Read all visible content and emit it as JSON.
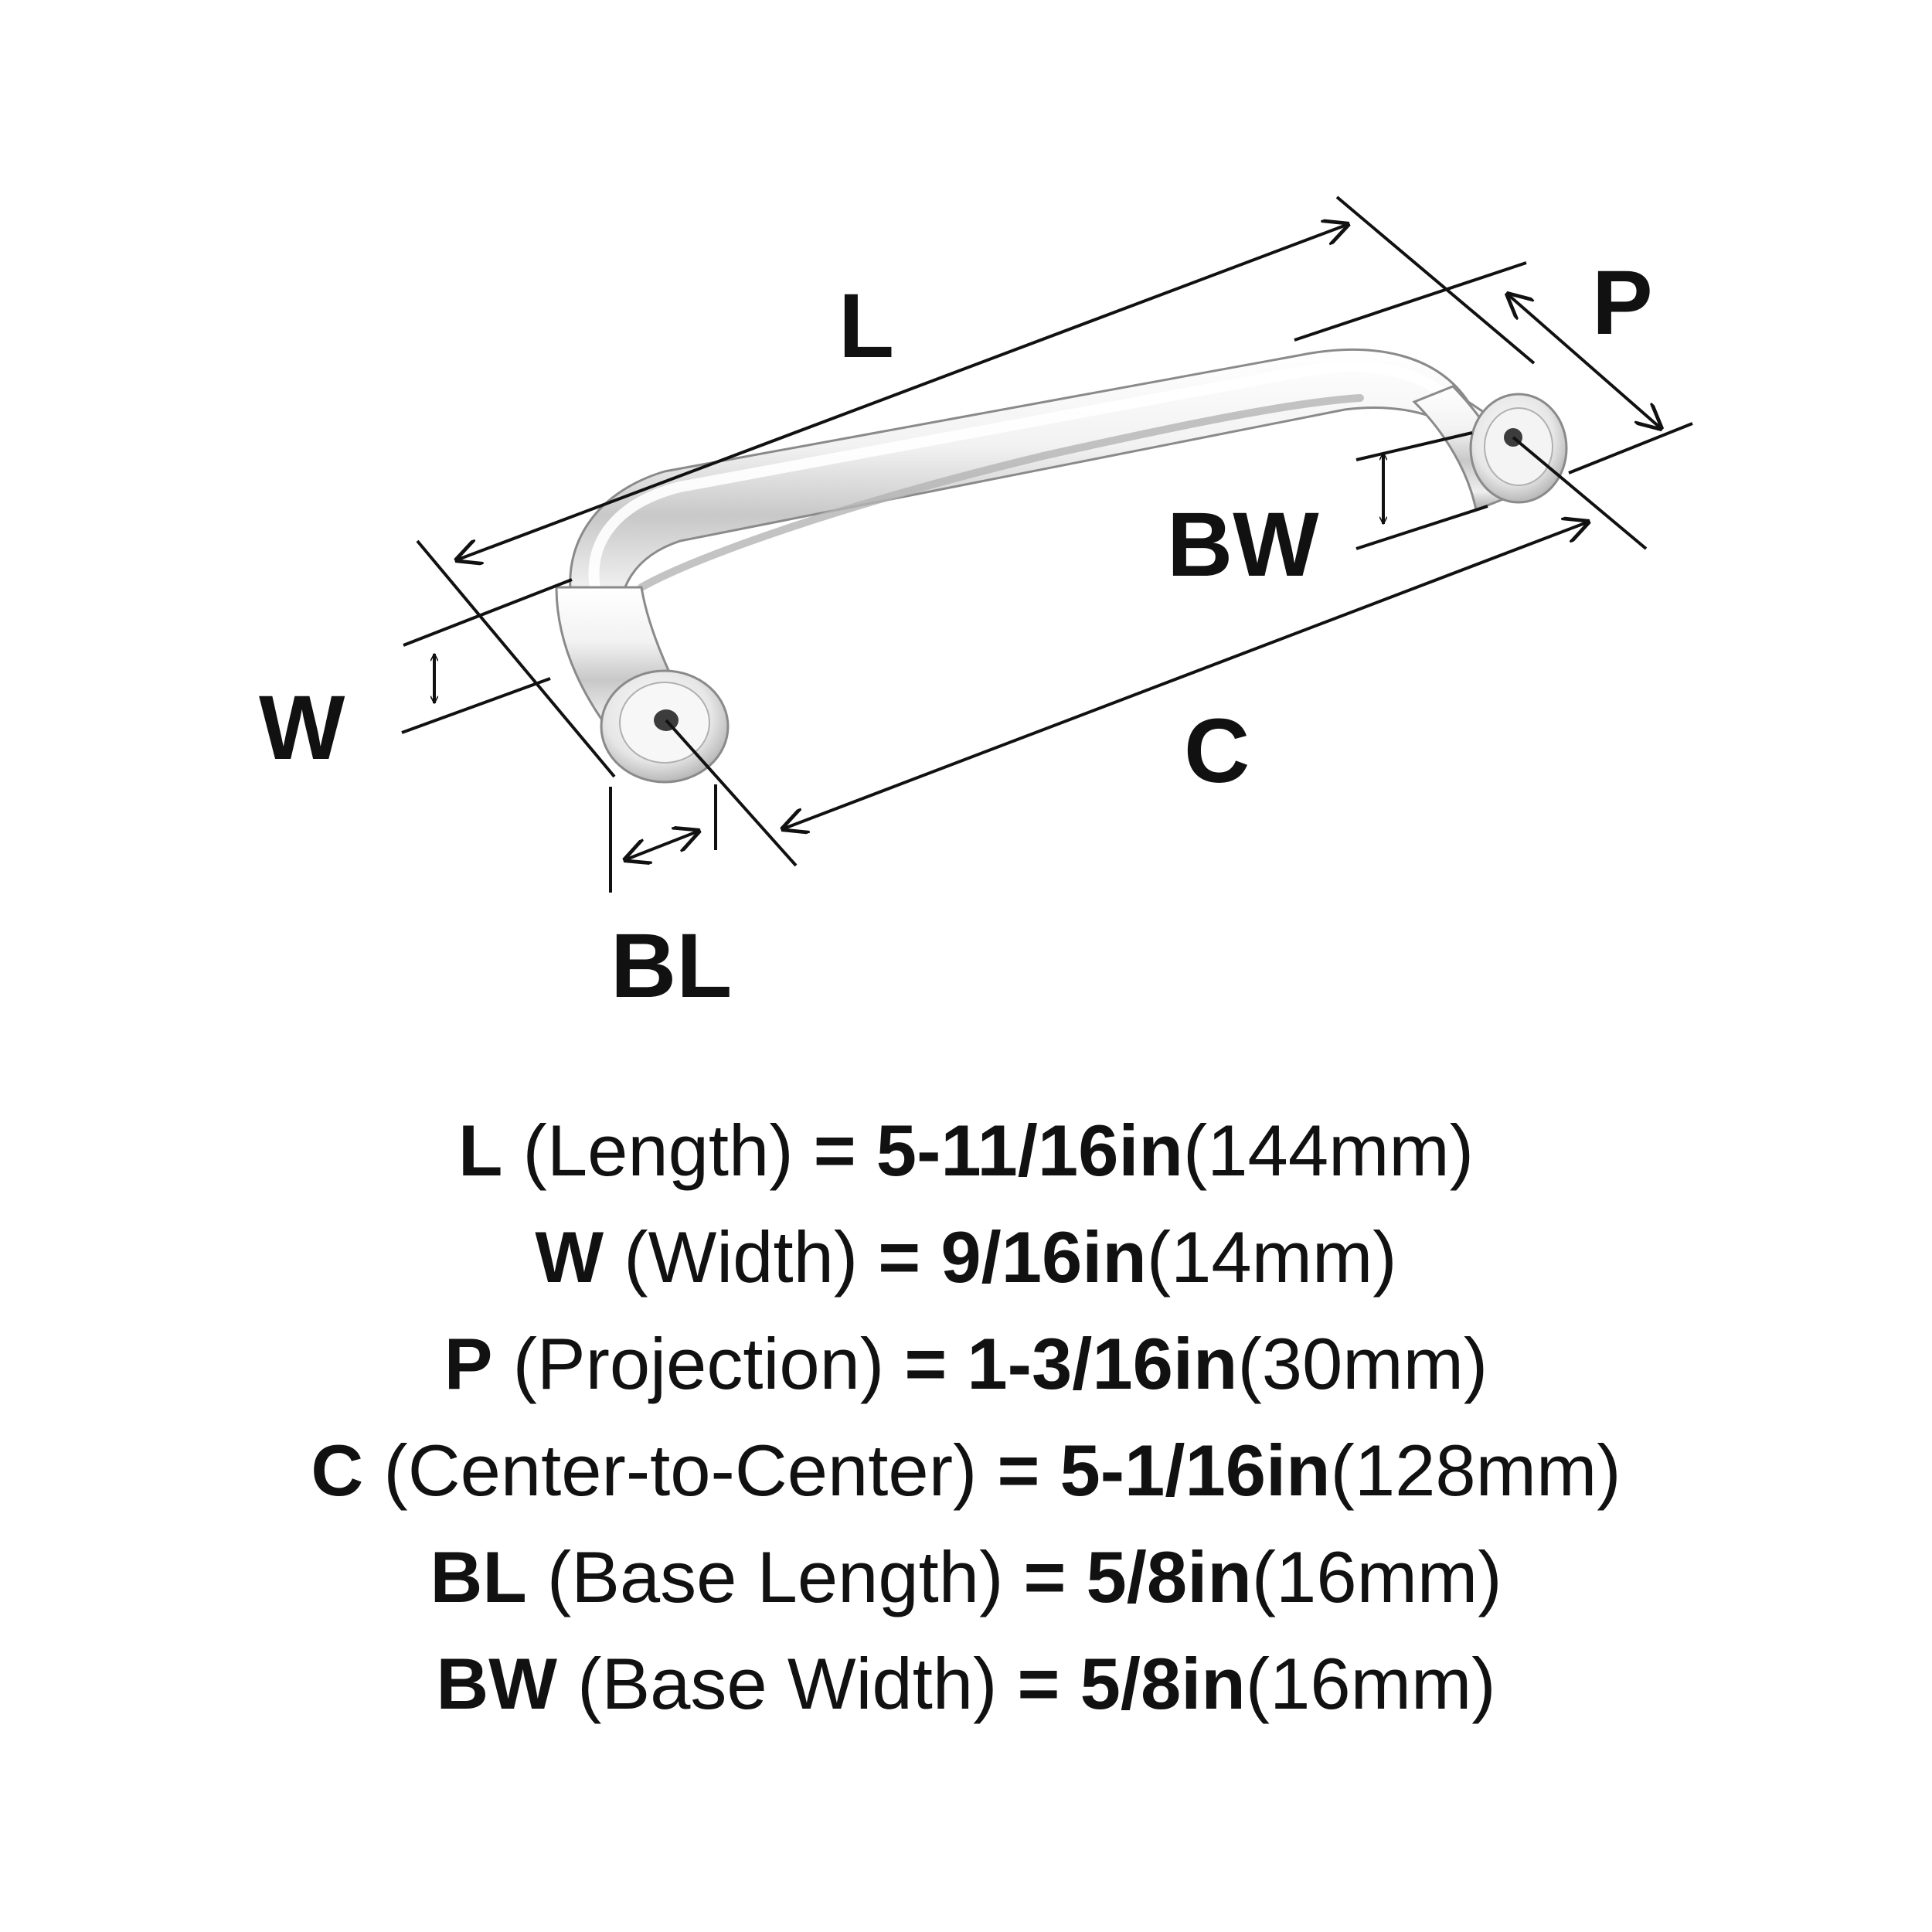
{
  "colors": {
    "ink": "#111111",
    "background": "#ffffff",
    "chrome_highlight": "#f6f6f6",
    "chrome_shadow": "#b9b9b9",
    "chrome_dark": "#4a4a4a"
  },
  "diagram_labels": {
    "length": "L",
    "width": "W",
    "projection": "P",
    "center": "C",
    "base_length": "BL",
    "base_width": "BW"
  },
  "specs": [
    {
      "code": "L",
      "name": "(Length)",
      "eq": "=",
      "inches": "5-11/16in",
      "mm": "(144mm)"
    },
    {
      "code": "W",
      "name": "(Width)",
      "eq": "=",
      "inches": "9/16in",
      "mm": "(14mm)"
    },
    {
      "code": "P",
      "name": "(Projection)",
      "eq": "=",
      "inches": "1-3/16in",
      "mm": "(30mm)"
    },
    {
      "code": "C",
      "name": "(Center-to-Center)",
      "eq": "=",
      "inches": "5-1/16in",
      "mm": "(128mm)"
    },
    {
      "code": "BL",
      "name": "(Base Length)",
      "eq": "=",
      "inches": "5/8in",
      "mm": "(16mm)"
    },
    {
      "code": "BW",
      "name": "(Base Width)",
      "eq": "=",
      "inches": "5/8in",
      "mm": "(16mm)"
    }
  ]
}
